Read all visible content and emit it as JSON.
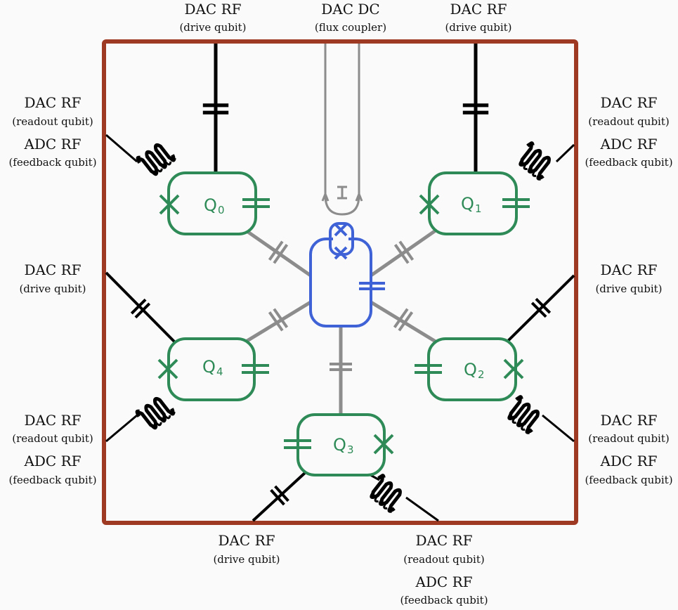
{
  "colors": {
    "frame": "#9e3a24",
    "qubit": "#2e8b57",
    "coupler": "#3f63d6",
    "coupling_line": "#8c8c8c",
    "control_line": "#000000",
    "background": "#fafafa"
  },
  "qubits": [
    {
      "id": "q0",
      "letter": "Q",
      "index": "0"
    },
    {
      "id": "q1",
      "letter": "Q",
      "index": "1"
    },
    {
      "id": "q2",
      "letter": "Q",
      "index": "2"
    },
    {
      "id": "q3",
      "letter": "Q",
      "index": "3"
    },
    {
      "id": "q4",
      "letter": "Q",
      "index": "4"
    }
  ],
  "coupler": {
    "current_symbol": "I"
  },
  "labels": {
    "top_left": {
      "main": "DAC RF",
      "sub": "(drive qubit)"
    },
    "top_center": {
      "main": "DAC DC",
      "sub": "(flux coupler)"
    },
    "top_right": {
      "main": "DAC RF",
      "sub": "(drive qubit)"
    },
    "left_upper_readout": {
      "main": "DAC RF",
      "sub": "(readout qubit)"
    },
    "left_upper_feedback": {
      "main": "ADC RF",
      "sub": "(feedback qubit)"
    },
    "right_upper_readout": {
      "main": "DAC RF",
      "sub": "(readout qubit)"
    },
    "right_upper_feedback": {
      "main": "ADC RF",
      "sub": "(feedback qubit)"
    },
    "left_drive": {
      "main": "DAC RF",
      "sub": "(drive qubit)"
    },
    "right_drive": {
      "main": "DAC RF",
      "sub": "(drive qubit)"
    },
    "left_lower_readout": {
      "main": "DAC RF",
      "sub": "(readout qubit)"
    },
    "left_lower_feedback": {
      "main": "ADC RF",
      "sub": "(feedback qubit)"
    },
    "right_lower_readout": {
      "main": "DAC RF",
      "sub": "(readout qubit)"
    },
    "right_lower_feedback": {
      "main": "ADC RF",
      "sub": "(feedback qubit)"
    },
    "bottom_drive": {
      "main": "DAC RF",
      "sub": "(drive qubit)"
    },
    "bottom_readout": {
      "main": "DAC RF",
      "sub": "(readout qubit)"
    },
    "bottom_feedback": {
      "main": "ADC RF",
      "sub": "(feedback qubit)"
    }
  }
}
